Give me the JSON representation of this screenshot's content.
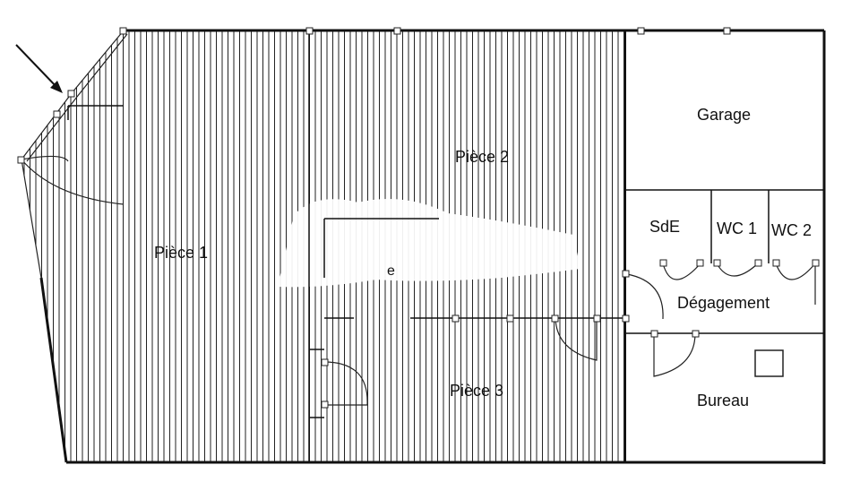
{
  "rooms": {
    "piece1": "Pièce 1",
    "piece2": "Pièce 2",
    "piece3": "Pièce 3",
    "garage": "Garage",
    "sde": "SdE",
    "wc1": "WC 1",
    "wc2": "WC 2",
    "degagement": "Dégagement",
    "bureau": "Bureau"
  },
  "watermark_fragment": "e"
}
